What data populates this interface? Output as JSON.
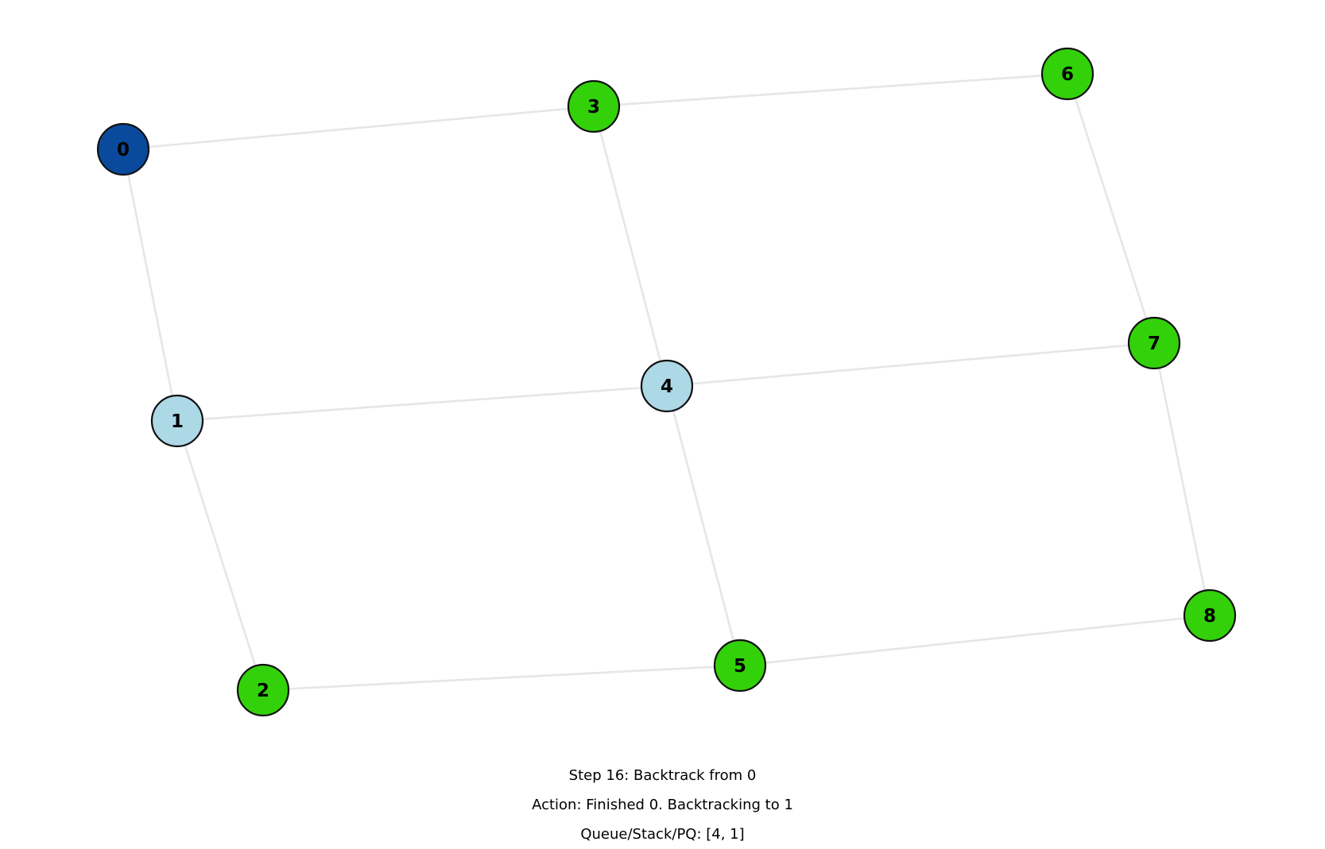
{
  "graph": {
    "colors": {
      "current": "#0a4a9c",
      "frontier": "#add8e6",
      "finished": "#33d10a",
      "edge": "#e6e6e6",
      "outline": "#111111"
    },
    "nodes": [
      {
        "id": "0",
        "label": "0",
        "state": "current"
      },
      {
        "id": "1",
        "label": "1",
        "state": "frontier"
      },
      {
        "id": "2",
        "label": "2",
        "state": "finished"
      },
      {
        "id": "3",
        "label": "3",
        "state": "finished"
      },
      {
        "id": "4",
        "label": "4",
        "state": "frontier"
      },
      {
        "id": "5",
        "label": "5",
        "state": "finished"
      },
      {
        "id": "6",
        "label": "6",
        "state": "finished"
      },
      {
        "id": "7",
        "label": "7",
        "state": "finished"
      },
      {
        "id": "8",
        "label": "8",
        "state": "finished"
      }
    ],
    "edges": [
      [
        "0",
        "3"
      ],
      [
        "3",
        "6"
      ],
      [
        "0",
        "1"
      ],
      [
        "3",
        "4"
      ],
      [
        "6",
        "7"
      ],
      [
        "1",
        "4"
      ],
      [
        "4",
        "7"
      ],
      [
        "1",
        "2"
      ],
      [
        "4",
        "5"
      ],
      [
        "7",
        "8"
      ],
      [
        "2",
        "5"
      ],
      [
        "5",
        "8"
      ]
    ]
  },
  "status": {
    "step": "Step 16: Backtrack from 0",
    "action": "Action: Finished 0. Backtracking to 1",
    "queue": "Queue/Stack/PQ: [4, 1]"
  }
}
